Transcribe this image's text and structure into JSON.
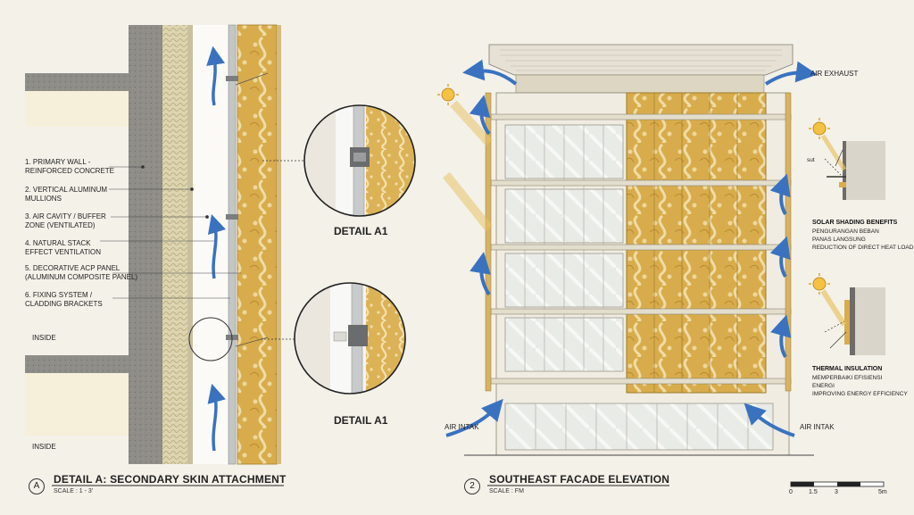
{
  "colors": {
    "concrete": "#8e8d88",
    "insulation": "#ddd4b0",
    "panel_gold": "#d8ac4c",
    "panel_light": "#ecd59b",
    "arrow_blue": "#3a72c0",
    "paper": "#f4f1e9"
  },
  "detail_a": {
    "labels": [
      "1. PRIMARY WALL - REINFORCED CONCRETE",
      "2. VERTICAL ALUMINUM MULLIONS",
      "3. AIR CAVITY / BUFFER ZONE (VENTILATED)",
      "4. NATURAL STACK EFFECT VENTILATION",
      "5. DECORATIVE ACP PANEL (ALUMINUM COMPOSITE PANEL)",
      "6. FIXING SYSTEM / CLADDING BRACKETS"
    ],
    "inside_label": "INSIDE",
    "inside_label_2": "INSIDE",
    "detail_callout_1": "DETAIL A1",
    "detail_callout_2": "DETAIL A1",
    "marker": "A",
    "title": "DETAIL A: SECONDARY SKIN ATTACHMENT",
    "scale": "SCALE : 1 - 3'"
  },
  "elevation": {
    "marker": "2",
    "title": "SOUTHEAST FACADE ELEVATION",
    "scale": "SCALE : FM",
    "air_exhaust": "AIR EXHAUST",
    "air_intake_left": "AIR INTAK",
    "air_intake_right": "AIR INTAK",
    "sun_label": "sut"
  },
  "notes": {
    "solar": {
      "heading": "SOLAR SHADING BENEFITS",
      "lines": [
        "PENGURANGAN BEBAN",
        "PANAS LANGSUNG",
        "REDUCTION OF DIRECT HEAT LOAD"
      ]
    },
    "thermal": {
      "heading": "THERMAL INSULATION",
      "lines": [
        "MEMPERBAIKI EFISIENSI",
        "ENERGI",
        "IMPROVING ENERGY EFFICIENCY"
      ]
    }
  },
  "scale_bar": {
    "ticks": [
      "0",
      "1.5",
      "3",
      "5m"
    ]
  },
  "icons": [
    "sun-icon",
    "airflow-arrow-icon",
    "section-marker-icon"
  ]
}
